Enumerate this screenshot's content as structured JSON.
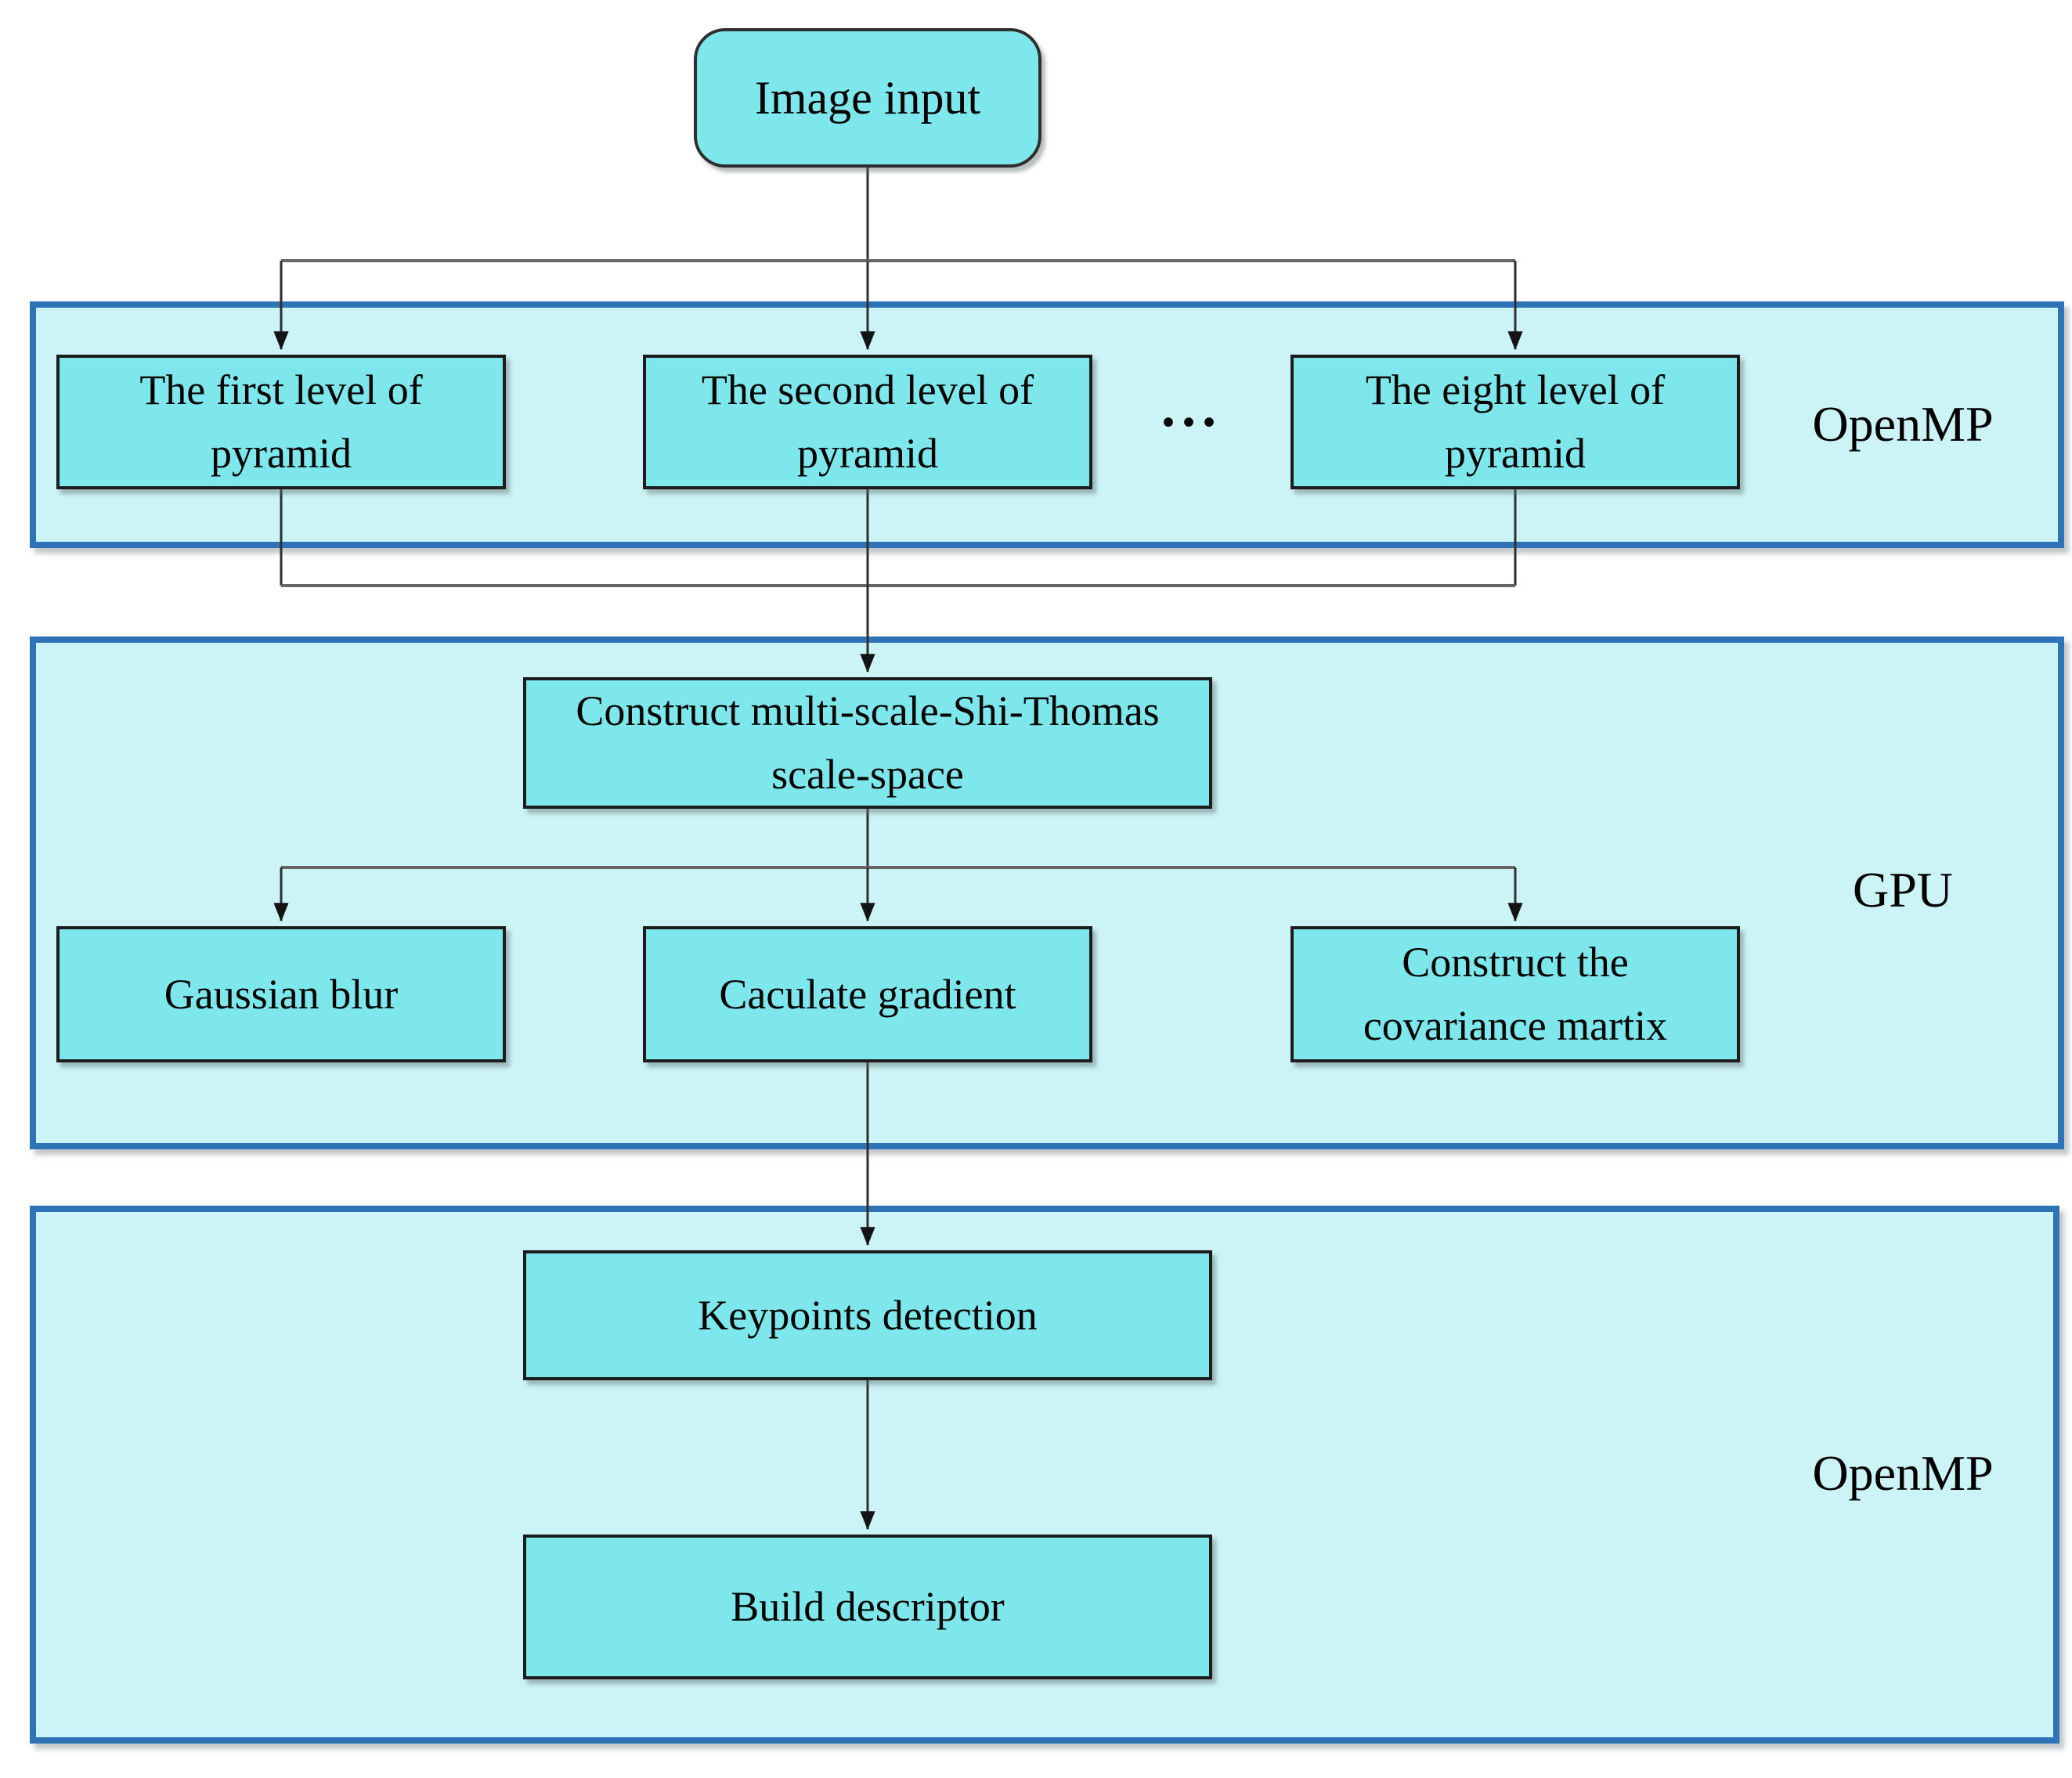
{
  "nodes": {
    "image_input": "Image input",
    "pyramid_first": "The first level of pyramid",
    "pyramid_second": "The second level of pyramid",
    "pyramid_ellipsis": "...",
    "pyramid_eighth": "The eight level of pyramid",
    "construct_scale_space": "Construct multi-scale-Shi-Thomas scale-space",
    "gaussian_blur": "Gaussian blur",
    "calculate_gradient": "Caculate gradient",
    "construct_covariance": "Construct the covariance martix",
    "keypoints_detection": "Keypoints detection",
    "build_descriptor": "Build descriptor"
  },
  "sections": {
    "pyramid": {
      "label": "OpenMP"
    },
    "scale_space": {
      "label": "GPU"
    },
    "detection": {
      "label": "OpenMP"
    }
  },
  "colors": {
    "canvas-bg": "#ffffff",
    "section-fill": "#ccf3f5",
    "section-border": "#2d73b5",
    "node-fill": "#7de7ec",
    "node-border": "#1c1c1c",
    "connector": "#2f2f2f",
    "text": "#000000"
  }
}
